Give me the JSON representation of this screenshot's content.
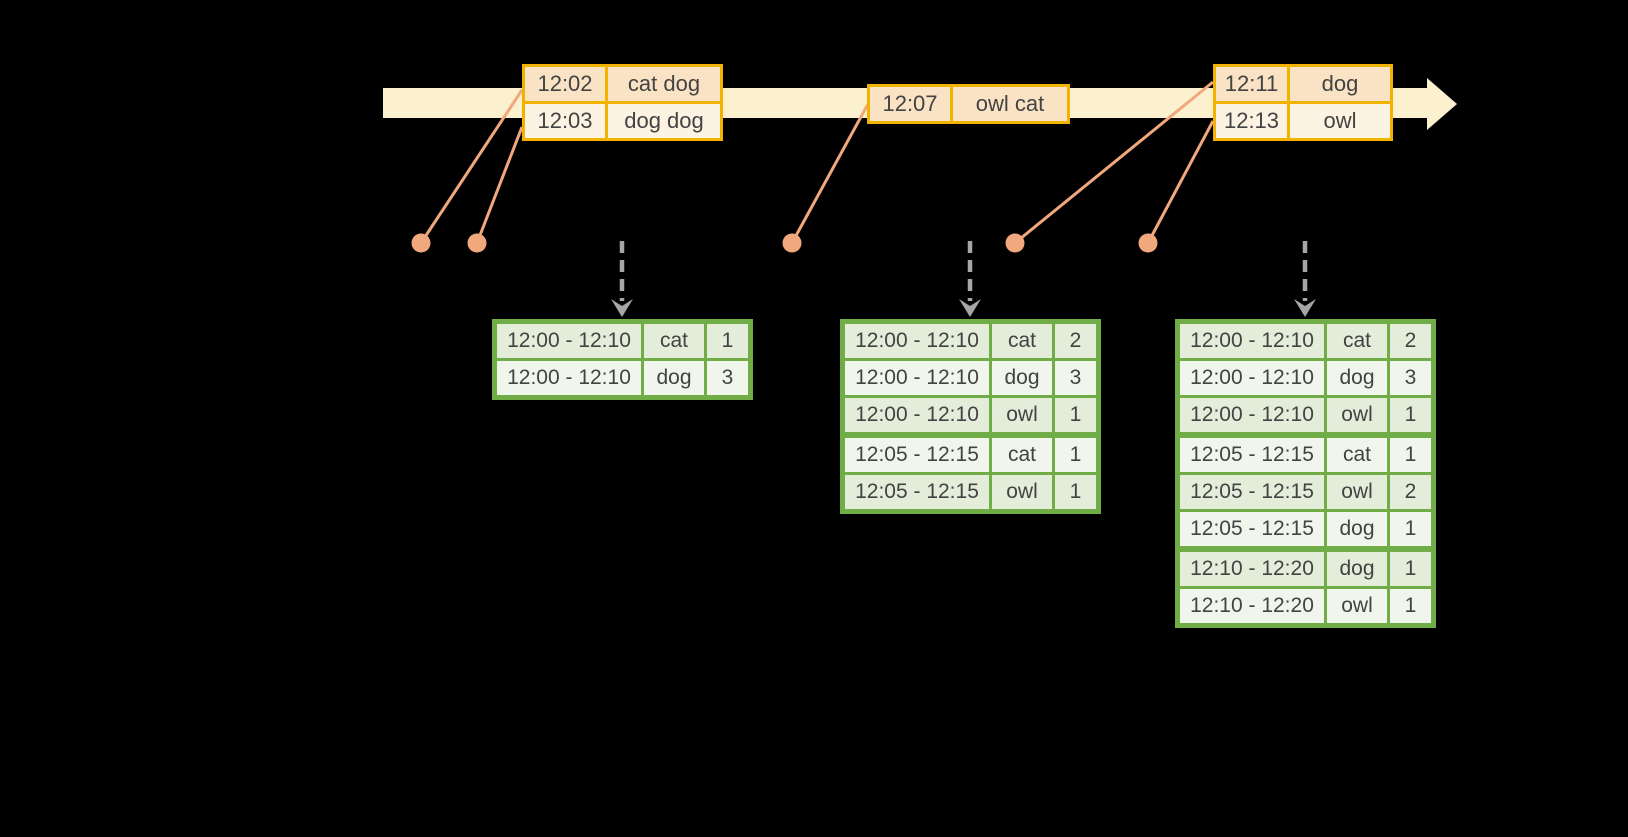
{
  "colors": {
    "background": "#000000",
    "timeline_band": "#FBF1CE",
    "event_table_border": "#F2B200",
    "event_row_dark": "#FAE3C5",
    "event_row_light": "#FDF3E3",
    "result_table_border": "#70AD47",
    "result_row_dark": "#E3EDDA",
    "result_row_light": "#F1F6EC",
    "connector_and_dots": "#F0A87C",
    "trigger_arrow": "#A6A6A6",
    "table_text": "#434343"
  },
  "event_tables": [
    {
      "rows": [
        {
          "time": "12:02",
          "words": "cat dog"
        },
        {
          "time": "12:03",
          "words": "dog dog"
        }
      ]
    },
    {
      "rows": [
        {
          "time": "12:07",
          "words": "owl cat"
        }
      ]
    },
    {
      "rows": [
        {
          "time": "12:11",
          "words": "dog"
        },
        {
          "time": "12:13",
          "words": "owl"
        }
      ]
    }
  ],
  "result_tables": [
    {
      "rows": [
        {
          "window": "12:00 - 12:10",
          "word": "cat",
          "count": "1"
        },
        {
          "window": "12:00 - 12:10",
          "word": "dog",
          "count": "3"
        }
      ]
    },
    {
      "rows": [
        {
          "window": "12:00 - 12:10",
          "word": "cat",
          "count": "2"
        },
        {
          "window": "12:00 - 12:10",
          "word": "dog",
          "count": "3"
        },
        {
          "window": "12:00 - 12:10",
          "word": "owl",
          "count": "1"
        },
        {
          "window": "12:05 - 12:15",
          "word": "cat",
          "count": "1"
        },
        {
          "window": "12:05 - 12:15",
          "word": "owl",
          "count": "1"
        }
      ]
    },
    {
      "rows": [
        {
          "window": "12:00 - 12:10",
          "word": "cat",
          "count": "2"
        },
        {
          "window": "12:00 - 12:10",
          "word": "dog",
          "count": "3"
        },
        {
          "window": "12:00 - 12:10",
          "word": "owl",
          "count": "1"
        },
        {
          "window": "12:05 - 12:15",
          "word": "cat",
          "count": "1"
        },
        {
          "window": "12:05 - 12:15",
          "word": "owl",
          "count": "2"
        },
        {
          "window": "12:05 - 12:15",
          "word": "dog",
          "count": "1"
        },
        {
          "window": "12:10 - 12:20",
          "word": "dog",
          "count": "1"
        },
        {
          "window": "12:10 - 12:20",
          "word": "owl",
          "count": "1"
        }
      ]
    }
  ]
}
